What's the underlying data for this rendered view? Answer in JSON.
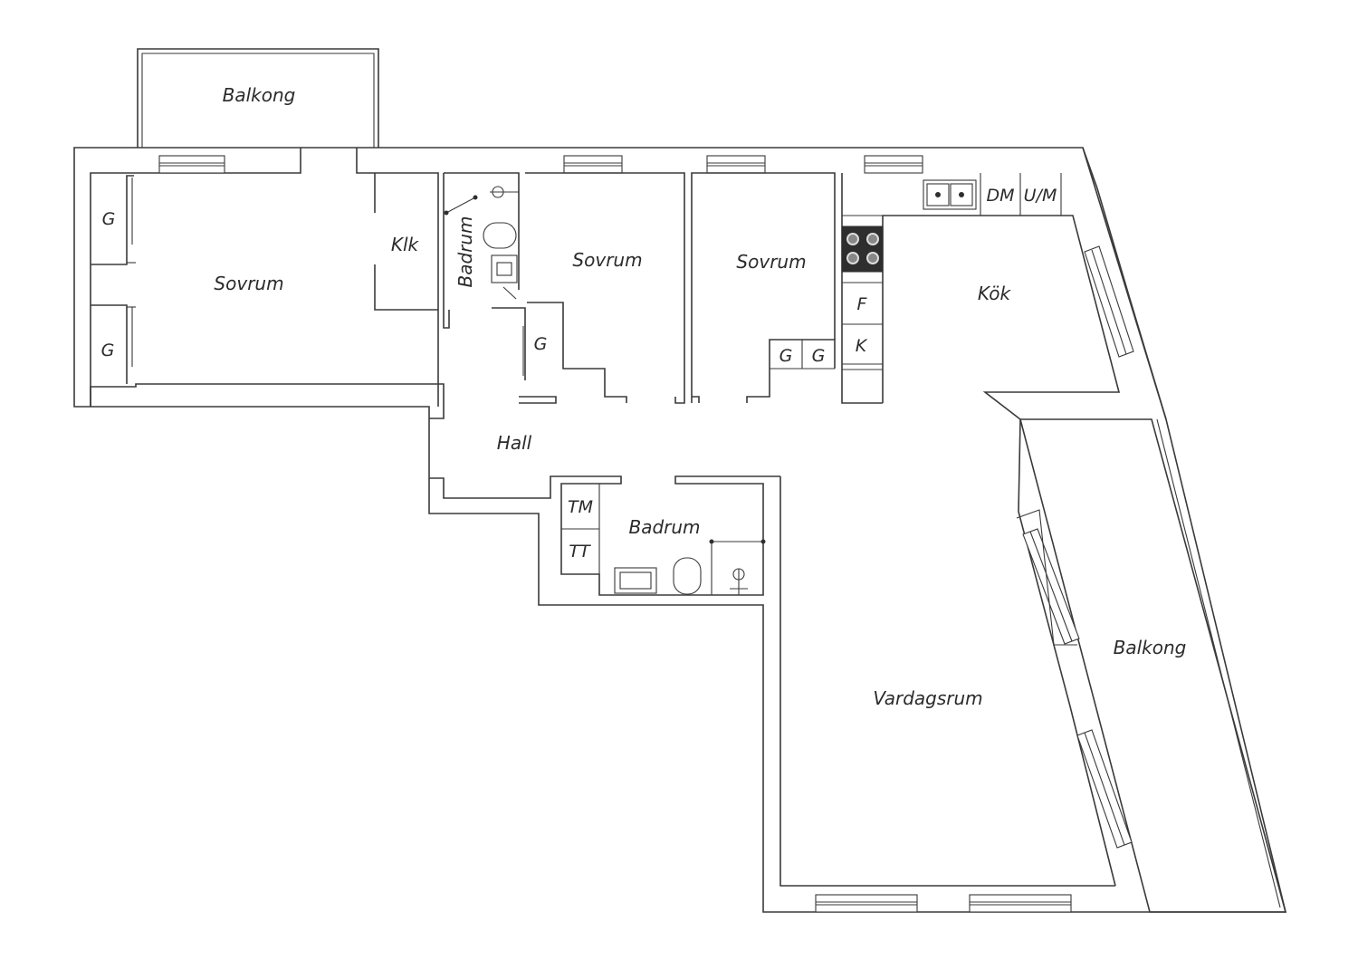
{
  "rooms": {
    "balkong_top": "Balkong",
    "sovrum_left": "Sovrum",
    "klk": "Klk",
    "badrum_small": "Badrum",
    "sovrum_mid": "Sovrum",
    "sovrum_right": "Sovrum",
    "kok": "Kök",
    "hall": "Hall",
    "badrum_lower": "Badrum",
    "vardagsrum": "Vardagsrum",
    "balkong_right": "Balkong"
  },
  "fixtures": {
    "wardrobe_1": "G",
    "wardrobe_2": "G",
    "wardrobe_3": "G",
    "wardrobe_4": "G",
    "wardrobe_5": "G",
    "fridge": "F",
    "freezer": "K",
    "dishwasher": "DM",
    "microwave": "U/M",
    "washer": "TM",
    "dryer": "TT"
  }
}
